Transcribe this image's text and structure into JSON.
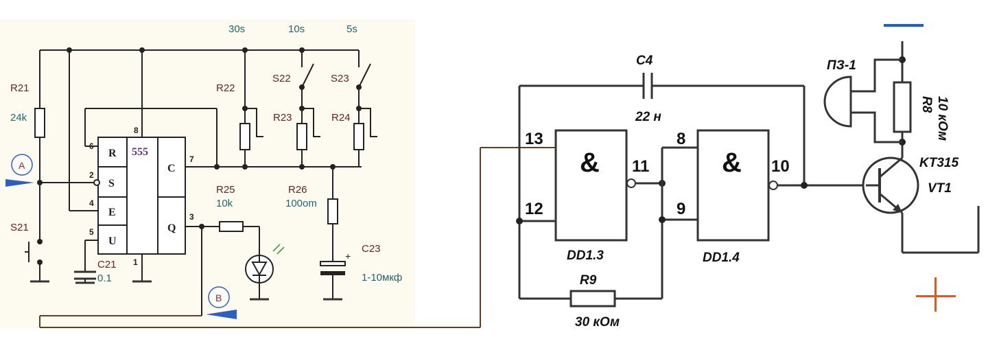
{
  "left_circuit": {
    "timer_chip": "555",
    "pins": {
      "reset": "R",
      "set": "S",
      "enable": "E",
      "u": "U",
      "c": "C",
      "q": "Q"
    },
    "pin_numbers": {
      "p8": "8",
      "p6": "6",
      "p2": "2",
      "p4": "4",
      "p5": "5",
      "p7": "7",
      "p3": "3",
      "p1": "1"
    },
    "time_labels": {
      "t30": "30s",
      "t10": "10s",
      "t5": "5s"
    },
    "components": {
      "r21": {
        "name": "R21",
        "value": "24k"
      },
      "r22": {
        "name": "R22"
      },
      "r23": {
        "name": "R23"
      },
      "r24": {
        "name": "R24"
      },
      "r25": {
        "name": "R25",
        "value": "10k"
      },
      "r26": {
        "name": "R26",
        "value": "100om"
      },
      "c21": {
        "name": "C21",
        "value": "0.1"
      },
      "c23": {
        "name": "C23",
        "value": "1-10мкф"
      },
      "s21": {
        "name": "S21"
      },
      "s22": {
        "name": "S22"
      },
      "s23": {
        "name": "S23"
      }
    },
    "markers": {
      "a": "A",
      "b": "B"
    }
  },
  "right_circuit": {
    "capacitor": {
      "name": "C4",
      "value": "22 н"
    },
    "gate_symbol": "&",
    "gate1": {
      "name": "DD1.3",
      "in1": "13",
      "in2": "12",
      "out": "11"
    },
    "gate2": {
      "name": "DD1.4",
      "in1": "8",
      "in2": "9",
      "out": "10"
    },
    "resistor_r9": {
      "name": "R9",
      "value": "30 кОм"
    },
    "resistor_r8": {
      "name": "R8",
      "value": "10 кОм"
    },
    "buzzer": {
      "name": "ПЗ-1"
    },
    "transistor": {
      "type": "KT315",
      "name": "VT1"
    }
  },
  "indicators": {
    "minus": "—",
    "plus": "+"
  },
  "colors": {
    "panel_bg": "#fdfbef",
    "accent_blue": "#1560d6",
    "plus_orange": "#e8541a",
    "label_brown": "#6b1f1f",
    "label_teal": "#1f6670",
    "marker_blue": "#2b5fc4"
  }
}
